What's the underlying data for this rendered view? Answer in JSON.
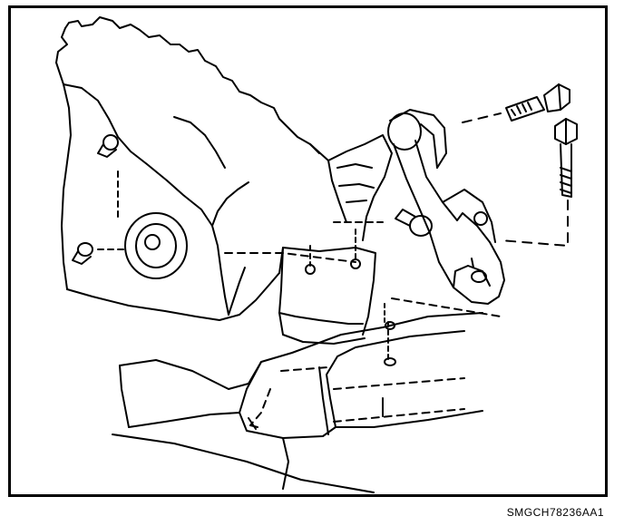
{
  "figure": {
    "id_label": "SMGCH78236AA1",
    "ink_color": "#000000",
    "paper_color": "#ffffff",
    "parts": [
      "engine-block",
      "engine-mount-bracket",
      "engine-mount",
      "through-bolt",
      "vertical-bolt",
      "frame-crossmember"
    ]
  }
}
